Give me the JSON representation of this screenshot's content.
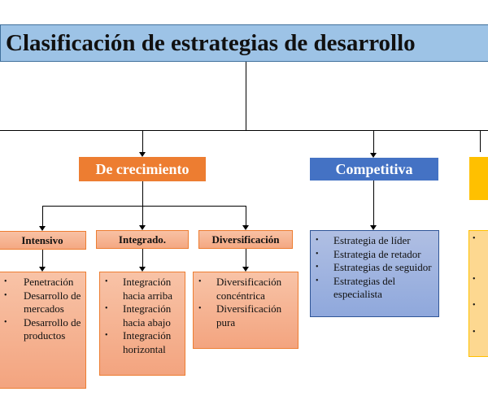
{
  "title": "Clasificación de estrategias de desarrollo",
  "categories": [
    {
      "label": "De crecimiento",
      "subs": [
        {
          "label": "Intensivo",
          "items": [
            "Penetración",
            "Desarrollo de mercados",
            "Desarrollo de productos"
          ]
        },
        {
          "label": "Integrado.",
          "items": [
            "Integración hacia arriba",
            "Integración hacia abajo",
            "Integración horizontal"
          ]
        },
        {
          "label": "Diversificación",
          "items": [
            "Diversificación concéntrica",
            "Diversificación pura"
          ]
        }
      ]
    },
    {
      "label": "Competitiva",
      "items": [
        "Estrategia de líder",
        "Estrategia de retador",
        "Estrategias de seguidor",
        "Estrategias del especialista"
      ]
    }
  ],
  "colors": {
    "title": "#9dc3e6",
    "growth": "#ed7d31",
    "competitive": "#4472c4",
    "third": "#ffc000"
  }
}
